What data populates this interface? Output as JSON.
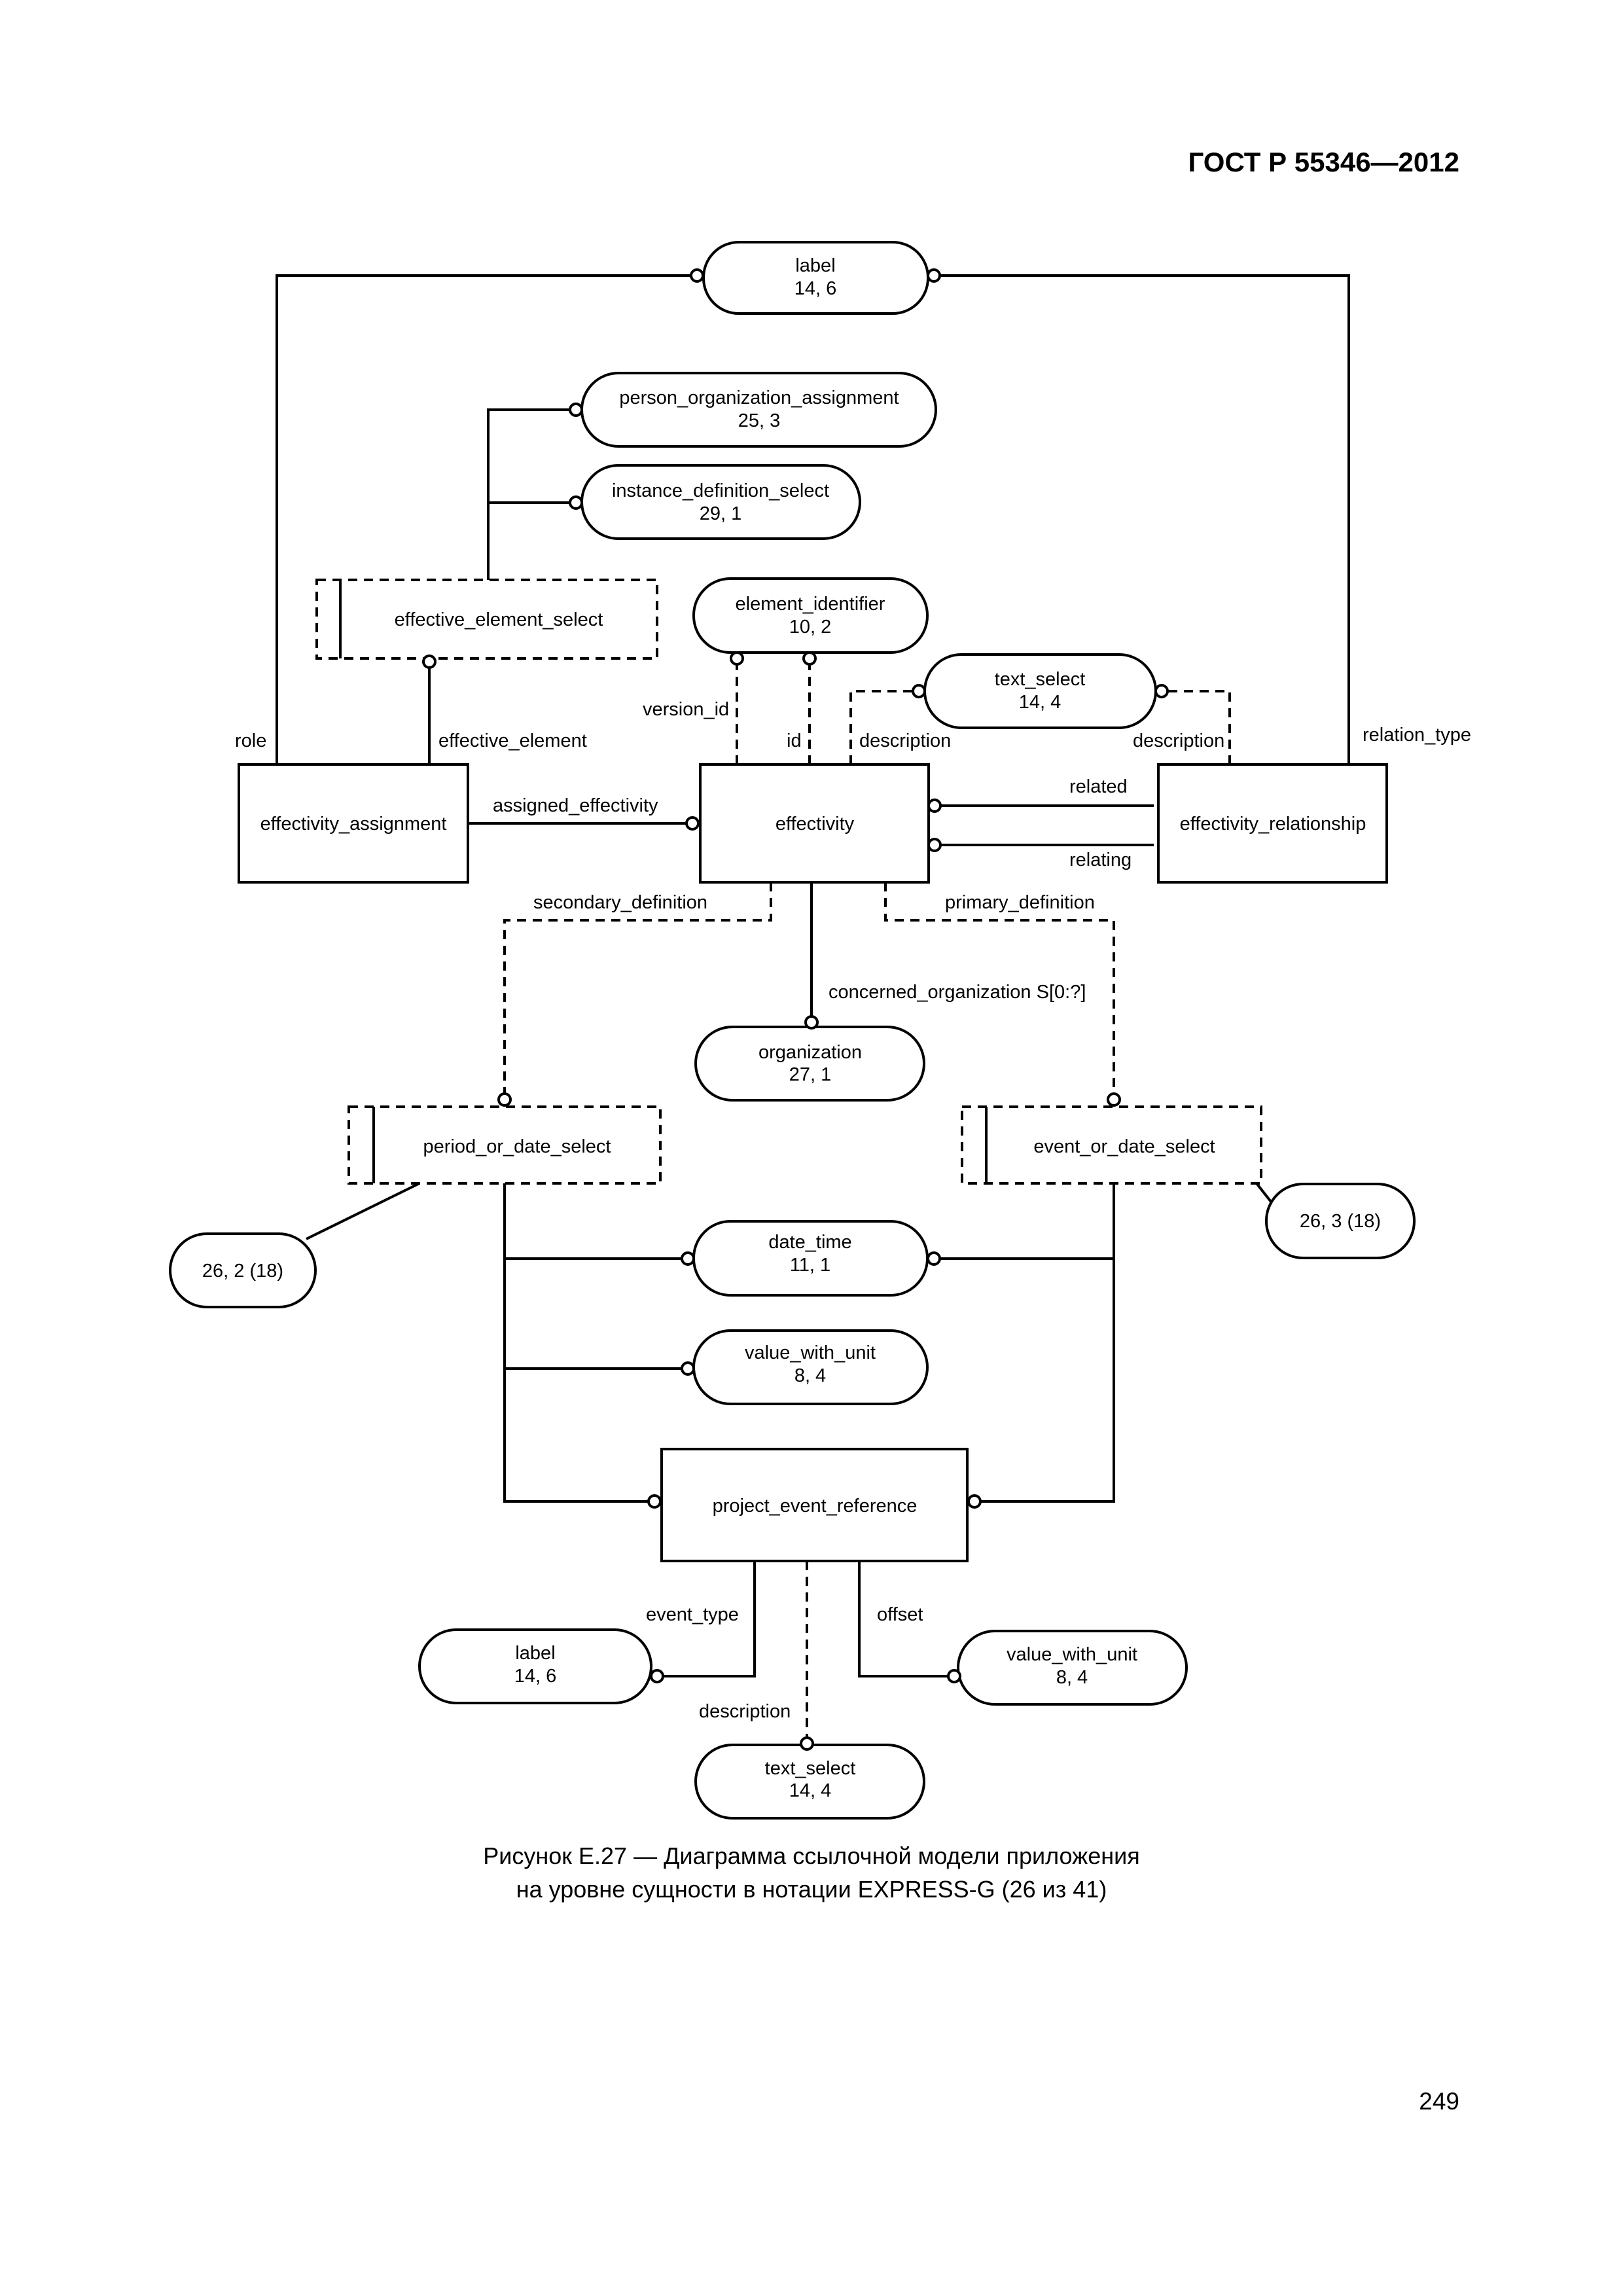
{
  "header": {
    "doc_code": "ГОСТ Р 55346—2012"
  },
  "entities": {
    "effectivity_assignment": "effectivity_assignment",
    "effectivity": "effectivity",
    "effectivity_relationship": "effectivity_relationship",
    "project_event_reference": "project_event_reference"
  },
  "selects": {
    "effective_element_select": "effective_element_select",
    "period_or_date_select": "period_or_date_select",
    "event_or_date_select": "event_or_date_select"
  },
  "refs": {
    "label_top": {
      "name": "label",
      "page": "14, 6"
    },
    "person_organization_assignment": {
      "name": "person_organization_assignment",
      "page": "25, 3"
    },
    "instance_definition_select": {
      "name": "instance_definition_select",
      "page": "29, 1"
    },
    "element_identifier": {
      "name": "element_identifier",
      "page": "10, 2"
    },
    "text_select_top": {
      "name": "text_select",
      "page": "14, 4"
    },
    "organization": {
      "name": "organization",
      "page": "27, 1"
    },
    "date_time": {
      "name": "date_time",
      "page": "11, 1"
    },
    "value_with_unit_mid": {
      "name": "value_with_unit",
      "page": "8, 4"
    },
    "label_bottom": {
      "name": "label",
      "page": "14, 6"
    },
    "value_with_unit_bottom": {
      "name": "value_with_unit",
      "page": "8, 4"
    },
    "text_select_bottom": {
      "name": "text_select",
      "page": "14, 4"
    }
  },
  "page_refs": {
    "left": "26, 2 (18)",
    "right": "26, 3 (18)"
  },
  "attributes": {
    "role": "role",
    "effective_element": "effective_element",
    "version_id": "version_id",
    "id": "id",
    "description_effectivity": "description",
    "description_relationship": "description",
    "relation_type": "relation_type",
    "assigned_effectivity": "assigned_effectivity",
    "related": "related",
    "relating": "relating",
    "secondary_definition": "secondary_definition",
    "primary_definition": "primary_definition",
    "concerned_organization": "concerned_organization S[0:?]",
    "event_type": "event_type",
    "offset": "offset",
    "description_event": "description"
  },
  "caption": {
    "line1": "Рисунок Е.27 — Диаграмма ссылочной модели приложения",
    "line2": "на уровне сущности в нотации EXPRESS-G (26 из 41)"
  },
  "page_number": "249"
}
